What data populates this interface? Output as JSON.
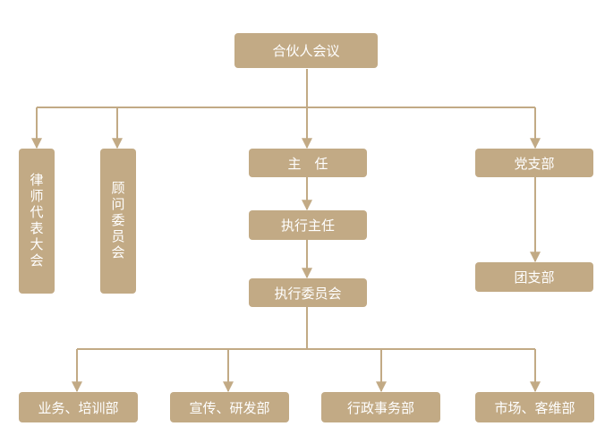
{
  "nodes": {
    "partners_meeting": "合伙人会议",
    "lawyers_congress": "律师代表大会",
    "advisory_committee": "顾问委员会",
    "director": "主　任",
    "party_branch": "党支部",
    "executive_director": "执行主任",
    "executive_committee": "执行委员会",
    "league_branch": "团支部",
    "business_training_dept": "业务、培训部",
    "publicity_rd_dept": "宣传、研发部",
    "administration_dept": "行政事务部",
    "market_client_dept": "市场、客维部"
  },
  "colors": {
    "node_fill": "#c2aa85",
    "node_text": "#ffffff",
    "connector": "#c2aa85"
  }
}
